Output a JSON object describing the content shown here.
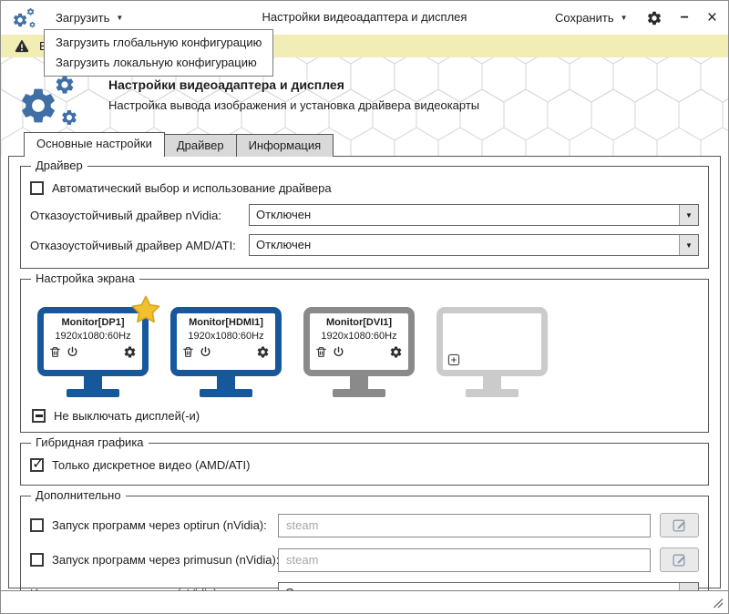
{
  "titlebar": {
    "title": "Настройки видеоадаптера и дисплея",
    "load_label": "Загрузить",
    "save_label": "Сохранить"
  },
  "icons": {
    "caret": "▼",
    "minimize": "−",
    "close": "×"
  },
  "menu": {
    "items": [
      "Загрузить глобальную конфигурацию",
      "Загрузить локальную конфигурацию"
    ]
  },
  "warning": {
    "text_visible": "В"
  },
  "header": {
    "title": "Настройки видеоадаптера и дисплея",
    "subtitle": "Настройка вывода изображения и установка драйвера видеокарты"
  },
  "tabs": [
    {
      "label": "Основные настройки",
      "active": true
    },
    {
      "label": "Драйвер",
      "active": false
    },
    {
      "label": "Информация",
      "active": false
    }
  ],
  "driver_group": {
    "title": "Драйвер",
    "auto_label": "Автоматический выбор и использование драйвера",
    "auto_checked": false,
    "nvidia_label": "Отказоустойчивый драйвер nVidia:",
    "nvidia_value": "Отключен",
    "amd_label": "Отказоустойчивый драйвер AMD/ATI:",
    "amd_value": "Отключен"
  },
  "screen_group": {
    "title": "Настройка экрана",
    "monitors": [
      {
        "name": "Monitor[DP1]",
        "resolution": "1920x1080:60Hz",
        "primary": true,
        "state": "active"
      },
      {
        "name": "Monitor[HDMI1]",
        "resolution": "1920x1080:60Hz",
        "primary": false,
        "state": "active"
      },
      {
        "name": "Monitor[DVI1]",
        "resolution": "1920x1080:60Hz",
        "primary": false,
        "state": "connected"
      }
    ],
    "empty_slot": true,
    "keep_on_label": "Не выключать дисплей(-и)",
    "keep_on_state": "indeterminate"
  },
  "hybrid_group": {
    "title": "Гибридная графика",
    "discrete_label": "Только дискретное видео (AMD/ATI)",
    "discrete_checked": true
  },
  "extra_group": {
    "title": "Дополнительно",
    "optirun_label": "Запуск программ через optirun (nVidia):",
    "optirun_checked": false,
    "optirun_placeholder": "steam",
    "primusun_label": "Запуск программ через primusun (nVidia):",
    "primusun_checked": false,
    "primusun_placeholder": "steam",
    "tearing_label": "Исправить разрыв кадров (nVidia):",
    "tearing_value": "Отключено"
  },
  "colors": {
    "monitor_active": "#17579c",
    "monitor_connected": "#8a8a8a",
    "monitor_empty": "#cbcbcb",
    "star": "#f2c12e",
    "warning_bg": "#f1edb4",
    "logo_blue": "#3f6fa5",
    "tab_inactive_bg": "#d9d9d9"
  }
}
